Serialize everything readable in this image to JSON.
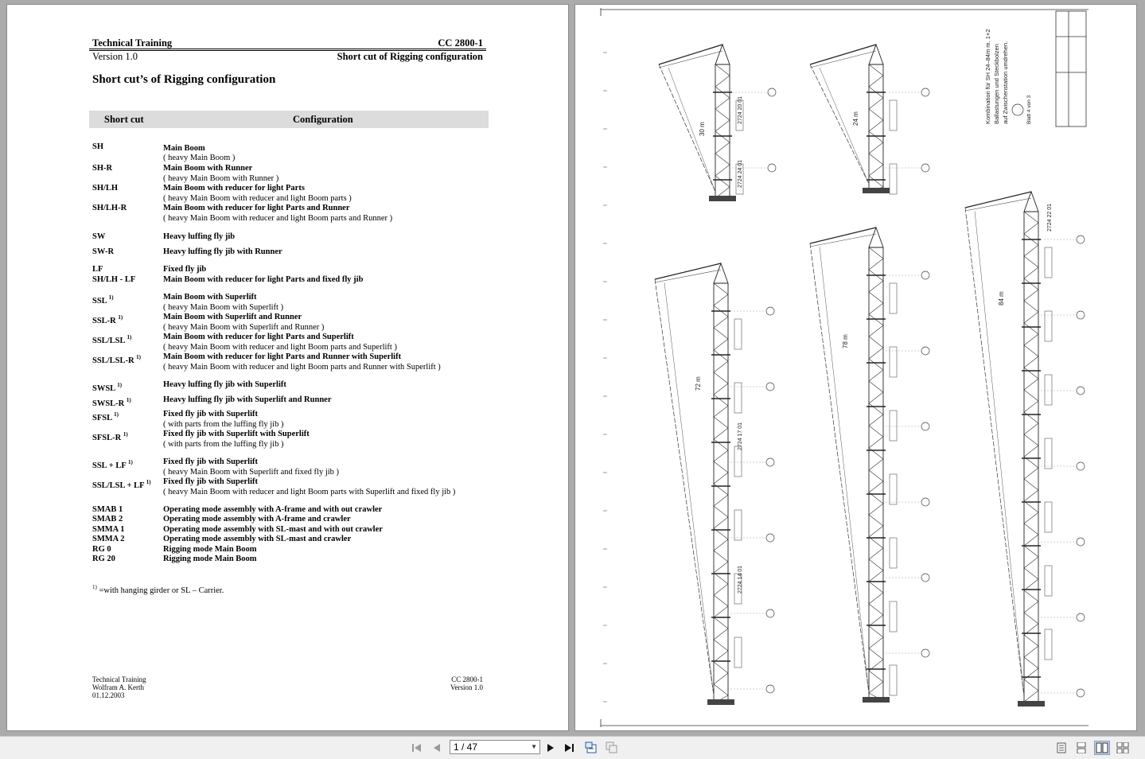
{
  "page_left": {
    "header": {
      "left_top": "Technical Training",
      "right_top": "CC 2800-1",
      "left_bottom": "Version 1.0",
      "right_bottom": "Short cut of Rigging configuration"
    },
    "title": "Short cut’s of Rigging configuration",
    "table_headers": [
      "Short cut",
      "Configuration"
    ],
    "rows": [
      {
        "code": "SH",
        "sup": "",
        "desc": "Main Boom",
        "sub": "( heavy Main Boom )"
      },
      {
        "code": "SH-R",
        "sup": "",
        "desc": "Main Boom with Runner",
        "sub": "( heavy Main Boom with Runner )"
      },
      {
        "code": "SH/LH",
        "sup": "",
        "desc": "Main Boom with reducer for light Parts",
        "sub": "( heavy Main Boom with reducer and light Boom parts )"
      },
      {
        "code": "SH/LH-R",
        "sup": "",
        "desc": "Main Boom with reducer for light Parts and Runner",
        "sub": "( heavy Main Boom with reducer and light Boom parts and Runner )"
      },
      {
        "code": "SW",
        "sup": "",
        "desc": "Heavy luffing fly jib",
        "sub": ""
      },
      {
        "code": "SW-R",
        "sup": "",
        "desc": "Heavy luffing fly jib with Runner",
        "sub": ""
      },
      {
        "code": "LF",
        "sup": "",
        "desc": "Fixed fly jib",
        "sub": ""
      },
      {
        "code": "SH/LH - LF",
        "sup": "",
        "desc": "Main Boom with reducer for light Parts and fixed fly jib",
        "sub": ""
      },
      {
        "code": "SSL",
        "sup": "1)",
        "desc": "Main Boom with Superlift",
        "sub": "( heavy Main Boom with Superlift )"
      },
      {
        "code": "SSL-R",
        "sup": "1)",
        "desc": "Main Boom with Superlift and Runner",
        "sub": "( heavy Main Boom with Superlift and Runner )"
      },
      {
        "code": "SSL/LSL",
        "sup": "1)",
        "desc": "Main Boom with reducer for light Parts and Superlift",
        "sub": "( heavy Main Boom with reducer and light Boom parts and Superlift )"
      },
      {
        "code": "SSL/LSL-R",
        "sup": "1)",
        "desc": "Main Boom with reducer for light Parts and Runner with Superlift",
        "sub": "( heavy Main Boom with reducer and light Boom parts and Runner with Superlift )"
      },
      {
        "code": "SWSL",
        "sup": "1)",
        "desc": "Heavy luffing fly jib with Superlift",
        "sub": ""
      },
      {
        "code": "SWSL-R",
        "sup": "1)",
        "desc": "Heavy luffing fly jib with Superlift and Runner",
        "sub": ""
      },
      {
        "code": "SFSL",
        "sup": "1)",
        "desc": "Fixed fly jib with Superlift",
        "sub": "( with parts from the luffing fly jib )"
      },
      {
        "code": "SFSL-R",
        "sup": "1)",
        "desc": "Fixed fly jib with Superlift with Superlift",
        "sub": "( with parts from the luffing fly jib )"
      },
      {
        "code": "SSL + LF",
        "sup": "1)",
        "desc": "Fixed fly jib with Superlift",
        "sub": "( heavy Main Boom with Superlift and fixed fly jib )"
      },
      {
        "code": "SSL/LSL + LF",
        "sup": "1)",
        "desc": "Fixed fly jib with Superlift",
        "sub": "( heavy Main Boom with reducer and light Boom parts with Superlift and fixed fly jib )"
      },
      {
        "code": "SMAB 1",
        "sup": "",
        "desc": "Operating mode assembly with A-frame and with out crawler",
        "sub": ""
      },
      {
        "code": "SMAB 2",
        "sup": "",
        "desc": "Operating mode assembly with A-frame and crawler",
        "sub": ""
      },
      {
        "code": "SMMA 1",
        "sup": "",
        "desc": "Operating mode assembly with SL-mast and with out crawler",
        "sub": ""
      },
      {
        "code": "SMMA 2",
        "sup": "",
        "desc": "Operating mode assembly with SL-mast and crawler",
        "sub": ""
      },
      {
        "code": "RG 0",
        "sup": "",
        "desc": "Rigging mode Main Boom",
        "sub": ""
      },
      {
        "code": "RG 20",
        "sup": "",
        "desc": "Rigging mode Main Boom",
        "sub": ""
      }
    ],
    "footnote_sup": "1)",
    "footnote": "=with hanging girder or  SL – Carrier.",
    "footer_left": [
      "Technical Training",
      "Wolfram A. Kerth",
      "01.12.2003"
    ],
    "footer_right": [
      "CC 2800-1",
      "Version 1.0"
    ]
  },
  "drawing": {
    "length_labels": [
      "30 m",
      "24 m",
      "72 m",
      "78 m",
      "84 m"
    ],
    "note_lines": [
      "Kombination für SH 24–84m m. 1+2",
      "Ballastungen und Steckbolzen",
      "auf Zwischenstation umdrehen."
    ],
    "note_circle": "Blatt 4 von 3",
    "section_labels": [
      "2724 20 01",
      "2724 24 01",
      "2724 17 01",
      "2724 14 01",
      "2724 22 01"
    ]
  },
  "toolbar": {
    "page_indicator": "1 / 47",
    "icons": [
      "first-page-icon",
      "prev-page-icon",
      "next-page-icon",
      "last-page-icon",
      "rotate-view-icon",
      "copy-view-icon"
    ],
    "view_modes": [
      "single-page-icon",
      "continuous-icon",
      "two-page-icon",
      "two-page-continuous-icon"
    ],
    "active_view": "two-page-icon"
  }
}
